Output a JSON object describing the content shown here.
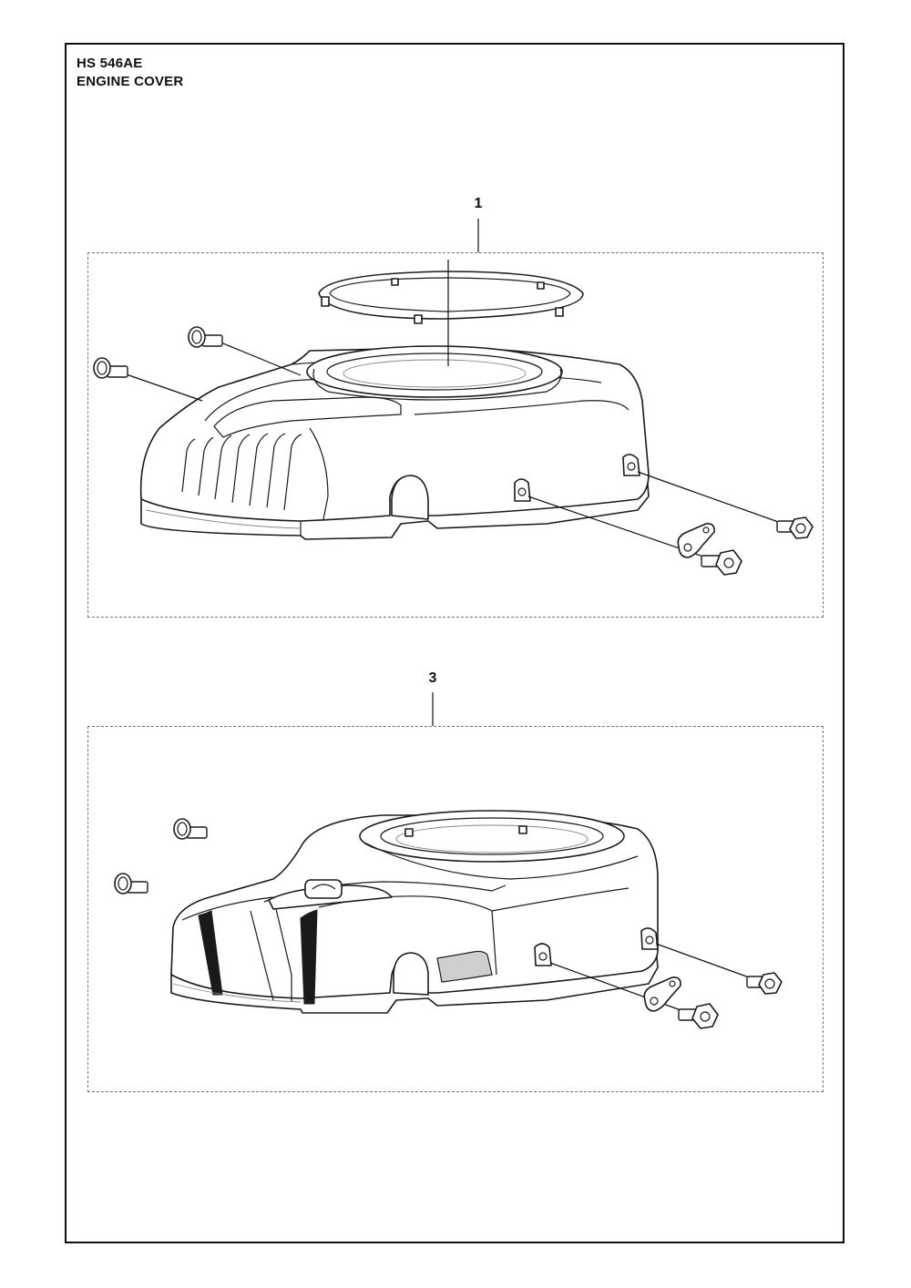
{
  "header": {
    "model": "HS 546AE",
    "section": "ENGINE COVER"
  },
  "groups": [
    {
      "callout": "1"
    },
    {
      "callout": "3"
    }
  ]
}
